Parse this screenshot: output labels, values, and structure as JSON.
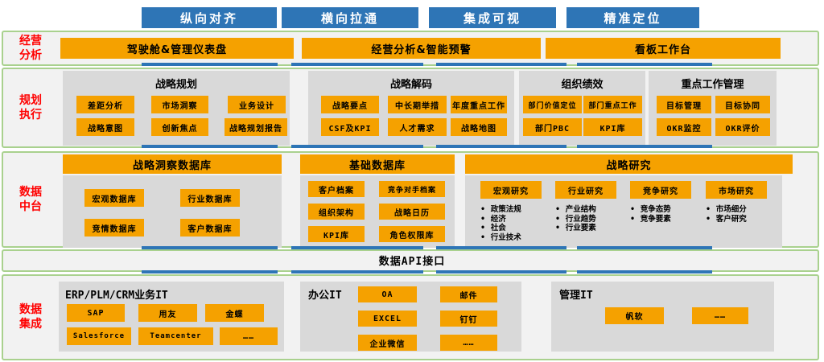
{
  "colors": {
    "accent_blue": "#2E75B6",
    "accent_orange": "#F5A100",
    "card_gray": "#D9D9D9",
    "section_bg": "#F2F2F2",
    "border_green": "#A9D18E",
    "label_red": "#FF0000"
  },
  "top_tabs": [
    "纵向对齐",
    "横向拉通",
    "集成可视",
    "精准定位"
  ],
  "sections": {
    "business_analysis": {
      "label_lines": [
        "经营",
        "分析"
      ],
      "bars": [
        "驾驶舱&管理仪表盘",
        "经营分析&智能预警",
        "看板工作台"
      ]
    },
    "planning_execution": {
      "label_lines": [
        "规划",
        "执行"
      ],
      "cards": [
        {
          "title": "战略规划",
          "buttons": [
            "差距分析",
            "市场洞察",
            "业务设计",
            "战略意图",
            "创新焦点",
            "战略规划报告"
          ]
        },
        {
          "title": "战略解码",
          "buttons": [
            "战略要点",
            "中长期举措",
            "年度重点工作",
            "CSF及KPI",
            "人才需求",
            "战略地图"
          ]
        },
        {
          "title": "组织绩效",
          "buttons": [
            "部门价值定位",
            "部门重点工作",
            "部门PBC",
            "KPI库"
          ]
        },
        {
          "title": "重点工作管理",
          "buttons": [
            "目标管理",
            "目标协同",
            "OKR监控",
            "OKR评价"
          ]
        }
      ]
    },
    "data_platform": {
      "label_lines": [
        "数据",
        "中台"
      ],
      "groups": [
        {
          "title": "战略洞察数据库",
          "buttons": [
            "宏观数据库",
            "行业数据库",
            "竞情数据库",
            "客户数据库"
          ]
        },
        {
          "title": "基础数据库",
          "buttons": [
            "客户档案",
            "竞争对手档案",
            "组织架构",
            "战略日历",
            "KPI库",
            "角色权限库"
          ]
        },
        {
          "title": "战略研究",
          "columns": [
            {
              "button": "宏观研究",
              "items": [
                "政策法规",
                "经济",
                "社会",
                "行业技术"
              ]
            },
            {
              "button": "行业研究",
              "items": [
                "产业结构",
                "行业趋势",
                "行业要素"
              ]
            },
            {
              "button": "竞争研究",
              "items": [
                "竞争态势",
                "竞争要素"
              ]
            },
            {
              "button": "市场研究",
              "items": [
                "市场细分",
                "客户研究"
              ]
            }
          ]
        }
      ]
    },
    "api": {
      "label": "数据API接口"
    },
    "data_integration": {
      "label_lines": [
        "数据",
        "集成"
      ],
      "cards": [
        {
          "title": "ERP/PLM/CRM业务IT",
          "buttons": [
            "SAP",
            "用友",
            "金蝶",
            "Salesforce",
            "Teamcenter",
            "……"
          ]
        },
        {
          "title": "办公IT",
          "buttons": [
            "OA",
            "邮件",
            "EXCEL",
            "钉钉",
            "企业微信",
            "……"
          ]
        },
        {
          "title": "管理IT",
          "buttons": [
            "帆软",
            "……"
          ]
        }
      ]
    }
  }
}
